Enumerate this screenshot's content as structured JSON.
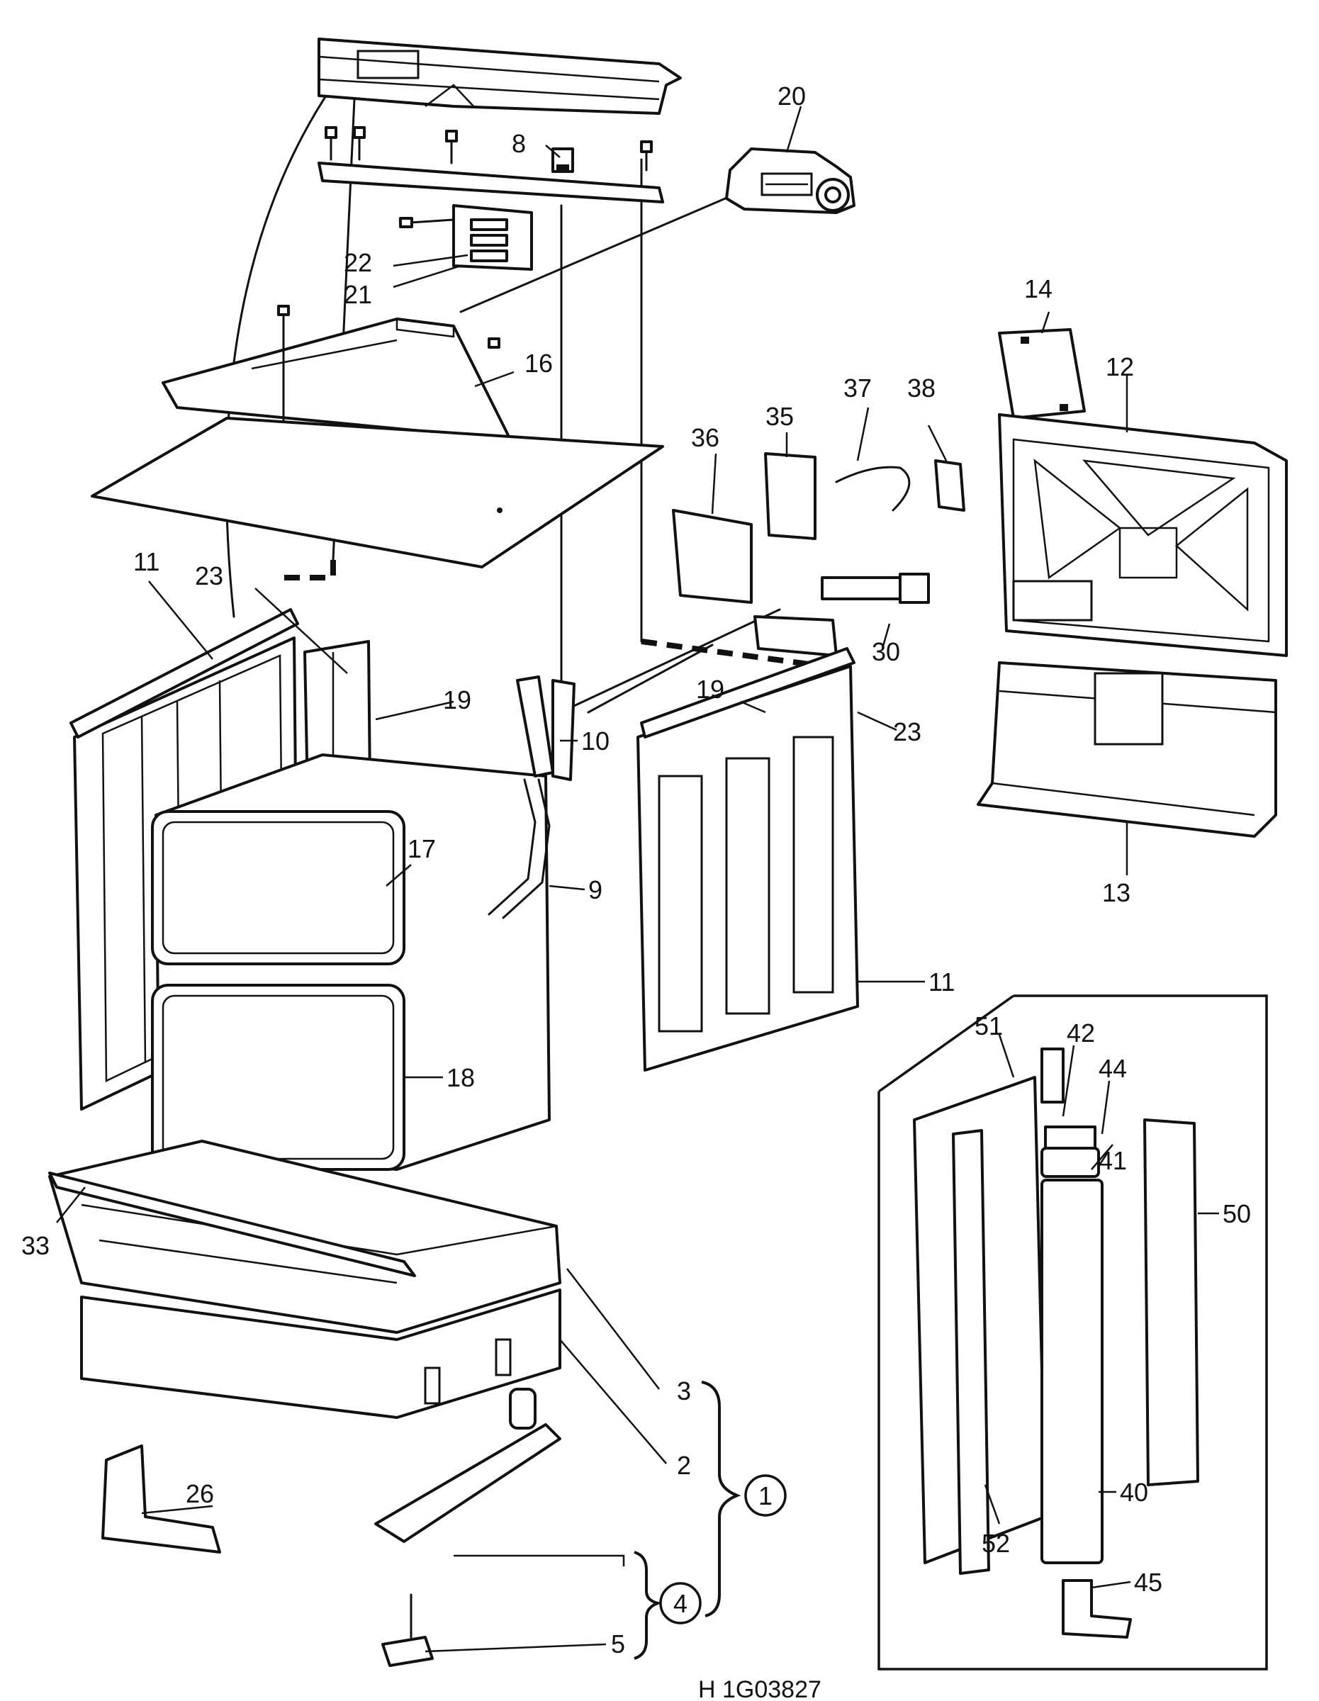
{
  "drawing_code": "H 1G03827",
  "labels": [
    "20",
    "8",
    "22",
    "21",
    "16",
    "14",
    "12",
    "37",
    "38",
    "35",
    "36",
    "11",
    "23",
    "19",
    "10",
    "30",
    "19",
    "23",
    "17",
    "9",
    "13",
    "11",
    "18",
    "33",
    "3",
    "2",
    "1",
    "26",
    "4",
    "5",
    "51",
    "42",
    "44",
    "41",
    "50",
    "52",
    "40",
    "45"
  ],
  "colors": {
    "ink": "#111111",
    "paper": "#ffffff"
  }
}
